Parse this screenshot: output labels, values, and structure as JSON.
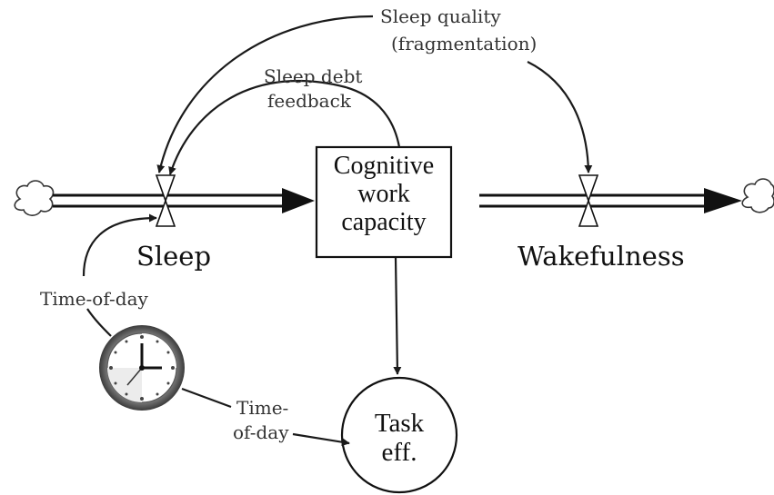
{
  "diagram": {
    "stock": {
      "line1": "Cognitive",
      "line2": "work",
      "line3": "capacity"
    },
    "inflow_label": "Sleep",
    "outflow_label": "Wakefulness",
    "auxiliary": {
      "line1": "Task",
      "line2": "eff."
    },
    "links": {
      "sleep_quality_line1": "Sleep quality",
      "sleep_quality_line2": "(fragmentation)",
      "sleep_debt_line1": "Sleep debt",
      "sleep_debt_line2": "feedback",
      "time_of_day_sleep": "Time-of-day",
      "time_of_day_task_line1": "Time-",
      "time_of_day_task_line2": "of-day"
    }
  }
}
